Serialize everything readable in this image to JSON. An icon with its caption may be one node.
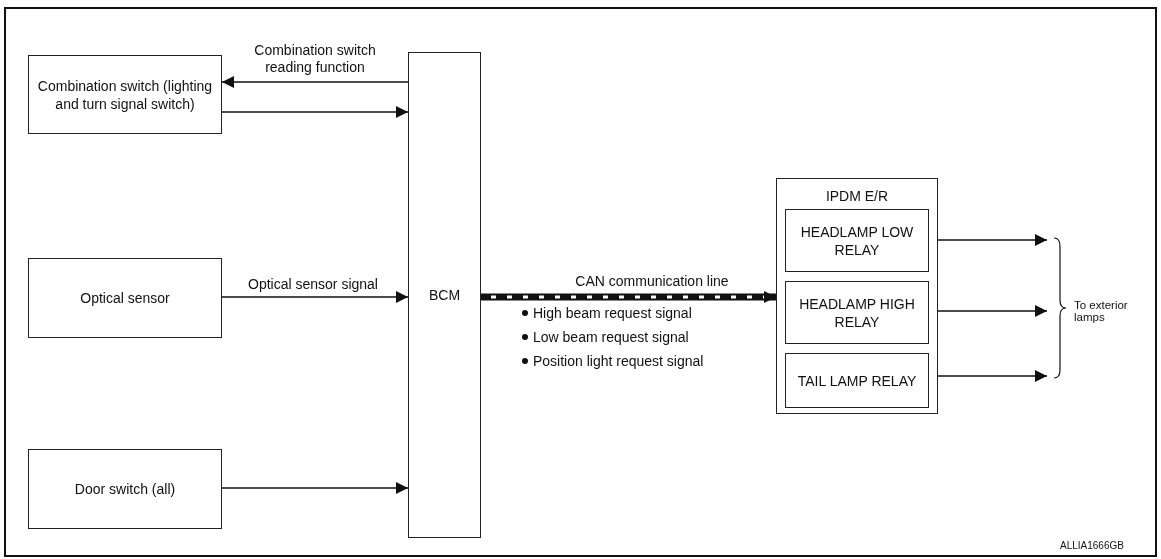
{
  "diagram": {
    "nodes": [
      {
        "text": [
          "Combination switch (lighting and turn signal switch)"
        ]
      },
      {
        "text": [
          "Optical sensor"
        ]
      },
      {
        "text": [
          "Door switch (all)"
        ]
      },
      {
        "text": [
          "BCM"
        ]
      },
      {
        "text": [
          "IPDM E/R"
        ]
      },
      {
        "text": [
          "HEADLAMP LOW RELAY"
        ],
        "in": 4
      },
      {
        "text": [
          "HEADLAMP HIGH RELAY"
        ],
        "in": 4
      },
      {
        "text": [
          "TAIL LAMP RELAY"
        ],
        "in": 4
      }
    ],
    "edges": [
      {
        "from": 3,
        "to": 0,
        "arrow": "to",
        "label": "Combination switch reading function"
      },
      {
        "from": 0,
        "to": 3,
        "arrow": "to"
      },
      {
        "from": 1,
        "to": 3,
        "arrow": "to",
        "label": "Optical sensor signal"
      },
      {
        "from": 2,
        "to": 3,
        "arrow": "to"
      },
      {
        "from": 3,
        "to": 4,
        "arrow": "to",
        "label": "CAN communication line",
        "style": "thick"
      },
      {
        "from": 5,
        "to": null,
        "arrow": "to"
      },
      {
        "from": 6,
        "to": null,
        "arrow": "to"
      },
      {
        "from": 7,
        "to": null,
        "arrow": "to"
      }
    ],
    "labels": [
      "High beam request signal",
      "Low beam request signal",
      "Position light request signal",
      "To exterior lamps",
      "ALLIA1666GB"
    ]
  }
}
